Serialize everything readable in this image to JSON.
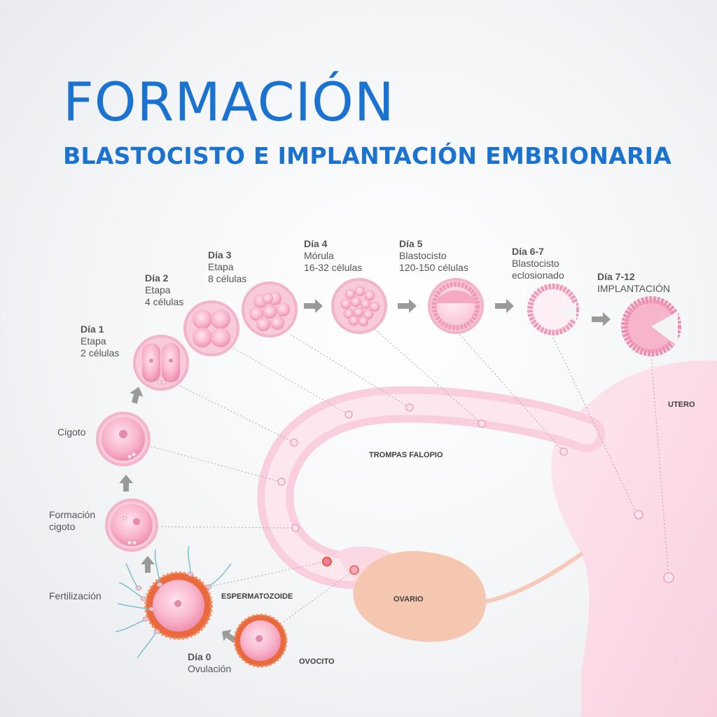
{
  "title": "FORMACIÓN",
  "subtitle": "BLASTOCISTO E IMPLANTACIÓN EMBRIONARIA",
  "colors": {
    "title": "#1a73d1",
    "cell": "#f7b0c8",
    "uterus": "#fbdbe5",
    "ovary": "#f5c7b0",
    "oocyte_ring": "#ea6a3d"
  },
  "stages": {
    "dia0": {
      "day": "Día 0",
      "desc": "Ovulación"
    },
    "fertilizacion": {
      "desc": "Fertilización"
    },
    "formacion": {
      "line1": "Formación",
      "line2": "cigoto"
    },
    "cigoto": {
      "desc": "Cigoto"
    },
    "dia1": {
      "day": "Día 1",
      "line1": "Etapa",
      "line2": "2 células"
    },
    "dia2": {
      "day": "Día 2",
      "line1": "Etapa",
      "line2": "4 células"
    },
    "dia3": {
      "day": "Día 3",
      "line1": "Etapa",
      "line2": "8 células"
    },
    "dia4": {
      "day": "Día 4",
      "line1": "Mórula",
      "line2": "16-32 células"
    },
    "dia5": {
      "day": "Día 5",
      "line1": "Blastocisto",
      "line2": "120-150 células"
    },
    "dia67": {
      "day": "Día 6-7",
      "line1": "Blastocisto",
      "line2": "eclosionado"
    },
    "dia712": {
      "day": "Día 7-12",
      "line1": "IMPLANTACIÓN"
    }
  },
  "organs": {
    "espermatozoide": "ESPERMATOZOIDE",
    "ovocito": "OVOCITO",
    "ovario": "OVARIO",
    "trompas": "TROMPAS FALOPIO",
    "utero": "UTERO"
  }
}
